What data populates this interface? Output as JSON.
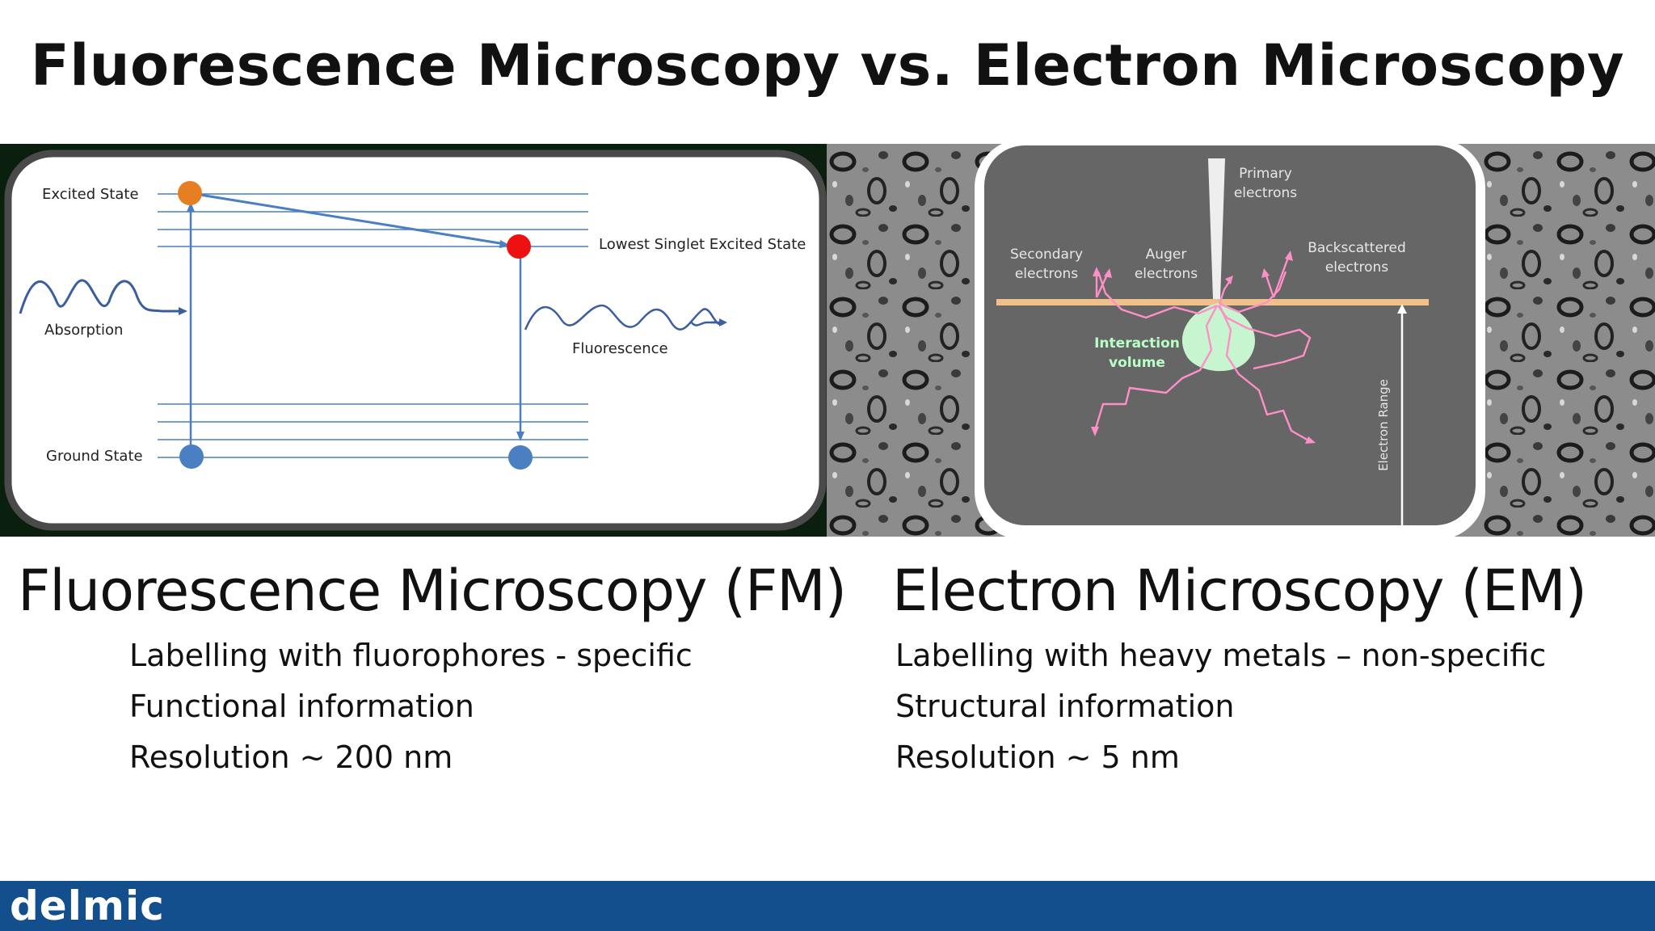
{
  "title": "Fluorescence Microscopy vs. Electron Microscopy",
  "fm_diagram": {
    "excited_state": "Excited State",
    "lowest_singlet": "Lowest Singlet Excited State",
    "absorption": "Absorption",
    "fluorescence": "Fluorescence",
    "ground_state": "Ground State"
  },
  "em_diagram": {
    "primary": [
      "Primary",
      "electrons"
    ],
    "secondary": [
      "Secondary",
      "electrons"
    ],
    "auger": [
      "Auger",
      "electrons"
    ],
    "backscattered": [
      "Backscattered",
      "electrons"
    ],
    "interaction": [
      "Interaction",
      "volume"
    ],
    "electron_range": "Electron Range"
  },
  "fm": {
    "heading": "Fluorescence Microscopy (FM)",
    "bullets": [
      "Labelling with fluorophores - specific",
      "Functional information",
      "Resolution ~ 200 nm"
    ]
  },
  "em": {
    "heading": "Electron Microscopy (EM)",
    "bullets": [
      "Labelling with heavy metals – non-specific",
      "Structural information",
      "Resolution ~ 5 nm"
    ]
  },
  "footer": {
    "logo": "delmic"
  },
  "colors": {
    "footer": "#134f8c",
    "energy_line": "#4a7fc1",
    "excited_dot": "#e67e22",
    "singlet_dot": "#ee1111",
    "ground_dot": "#4a7fc1",
    "surface": "#f0c08a",
    "interaction": "#c6f5cf",
    "trajectory": "#ff8fc8"
  }
}
